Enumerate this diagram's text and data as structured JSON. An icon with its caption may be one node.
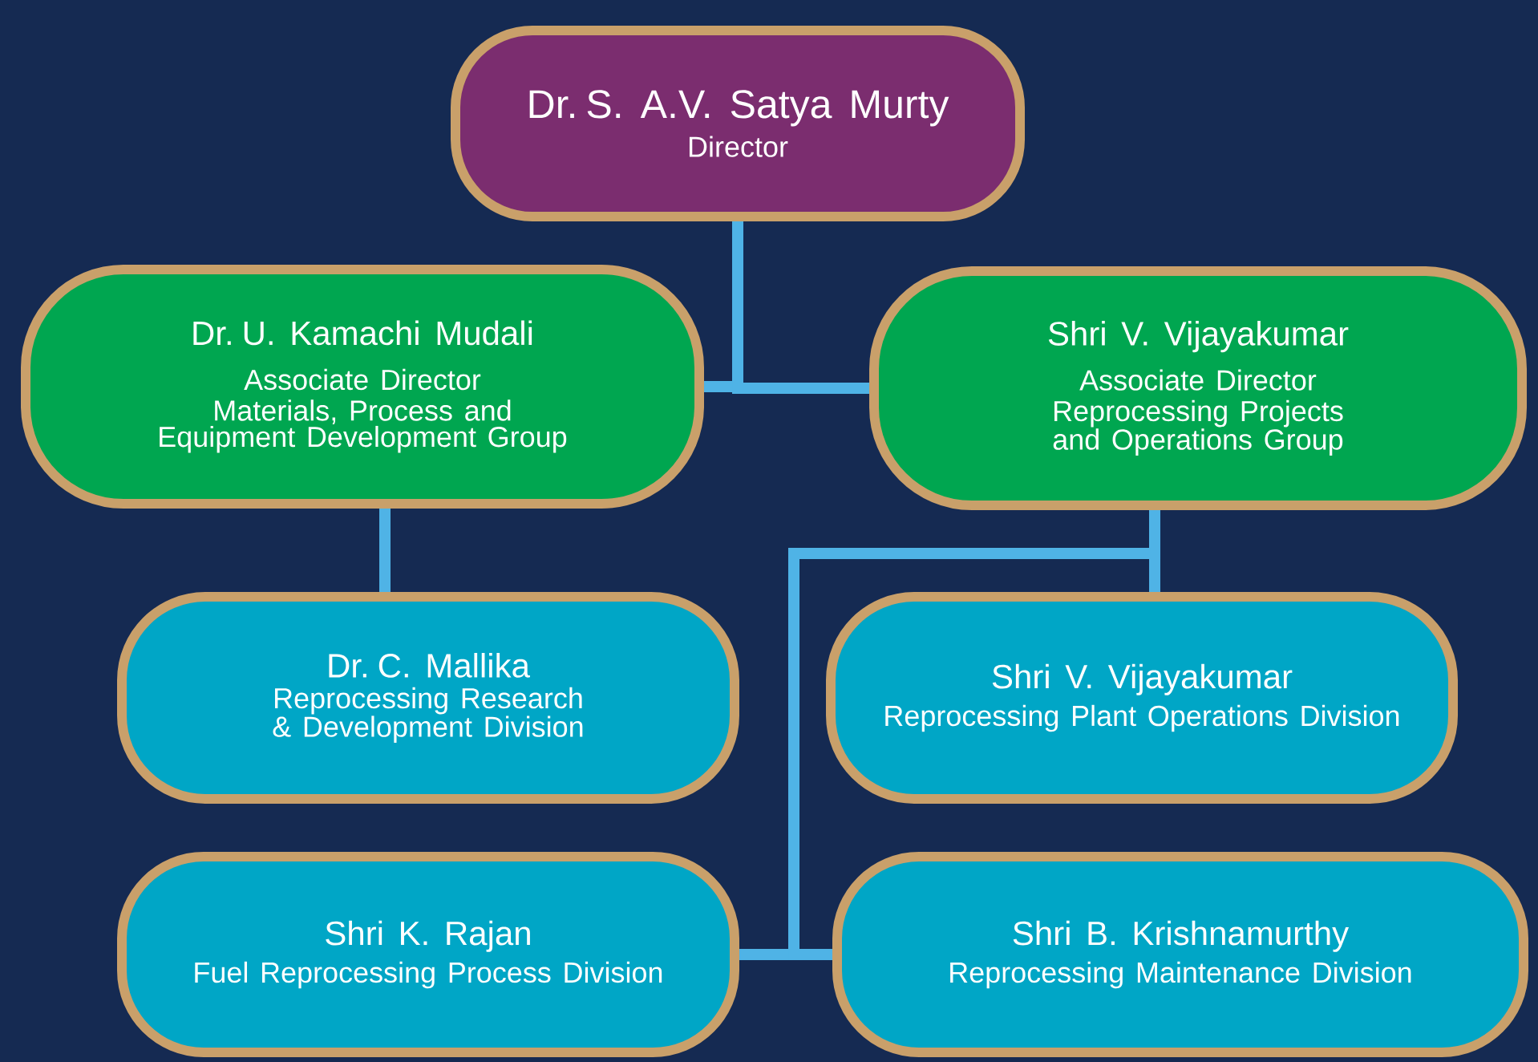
{
  "diagram": {
    "nodes": [
      {
        "text": [
          "Dr. S. A.V. Satya Murty",
          "Director"
        ]
      },
      {
        "text": [
          "Dr. U. Kamachi Mudali",
          "Associate Director",
          "Materials, Process and Equipment Development Group"
        ]
      },
      {
        "text": [
          "Shri V. Vijayakumar",
          "Associate Director",
          "Reprocessing Projects and Operations Group"
        ]
      },
      {
        "text": [
          "Dr. C. Mallika",
          "Reprocessing Research & Development Division"
        ]
      },
      {
        "text": [
          "Shri V. Vijayakumar",
          "Reprocessing Plant Operations Division"
        ]
      },
      {
        "text": [
          "Shri K. Rajan",
          "Fuel Reprocessing Process Division"
        ]
      },
      {
        "text": [
          "Shri B. Krishnamurthy",
          "Reprocessing Maintenance Division"
        ]
      }
    ],
    "edges": [
      {
        "from": 0,
        "to": 1,
        "arrow": "none"
      },
      {
        "from": 0,
        "to": 2,
        "arrow": "none"
      },
      {
        "from": 1,
        "to": 3,
        "arrow": "none"
      },
      {
        "from": 2,
        "to": 4,
        "arrow": "none"
      },
      {
        "from": 2,
        "to": 5,
        "arrow": "none"
      },
      {
        "from": 2,
        "to": 6,
        "arrow": "none"
      }
    ]
  }
}
